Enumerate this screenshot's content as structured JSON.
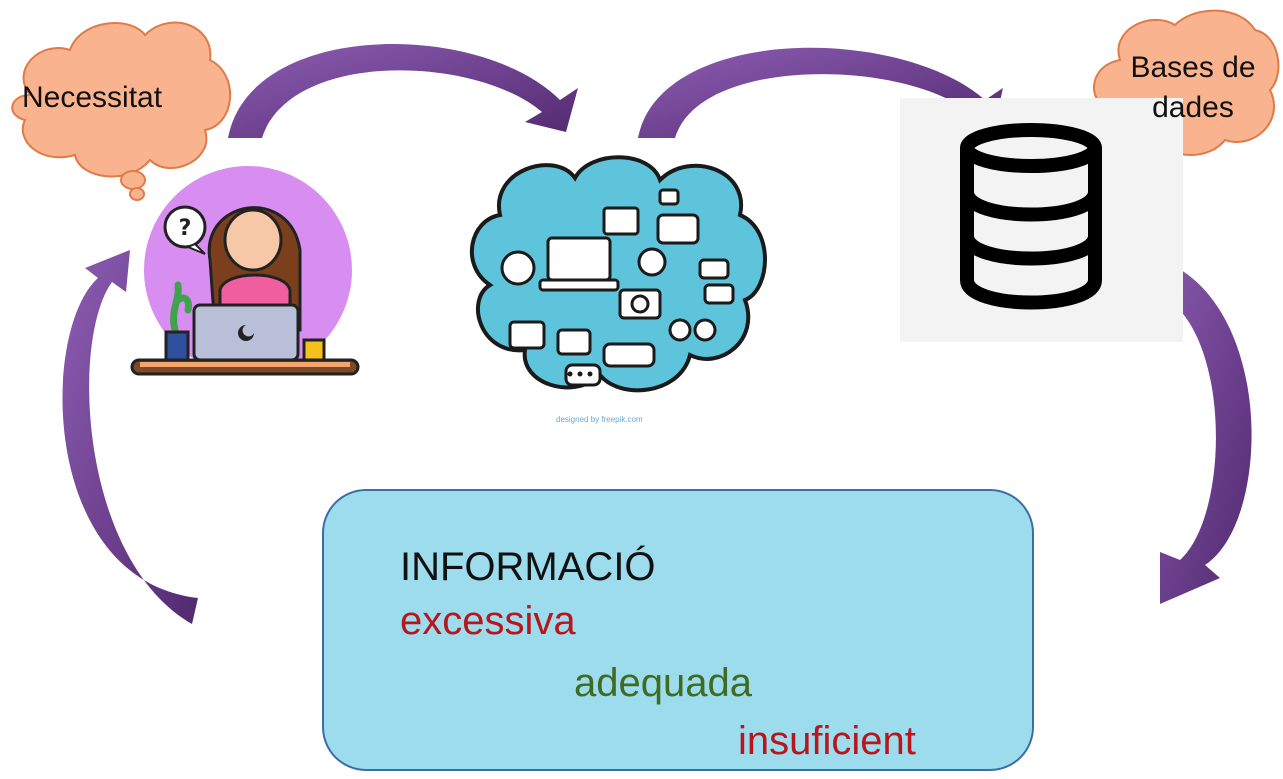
{
  "clouds": {
    "left_label": "Necessitat",
    "right_line1": "Bases de",
    "right_line2": "dades"
  },
  "credit": "designed by freepik.com",
  "info_box": {
    "title": "INFORMACIÓ",
    "item1": "excessiva",
    "item2": "adequada",
    "item3": "insuficient"
  },
  "colors": {
    "arrow": "#6a3d8f",
    "cloud_fill": "#f9b48f",
    "box_fill": "#9ddcec",
    "excessive": "#b8161c",
    "adequate": "#3f6b22",
    "insufficient": "#b8161c"
  }
}
